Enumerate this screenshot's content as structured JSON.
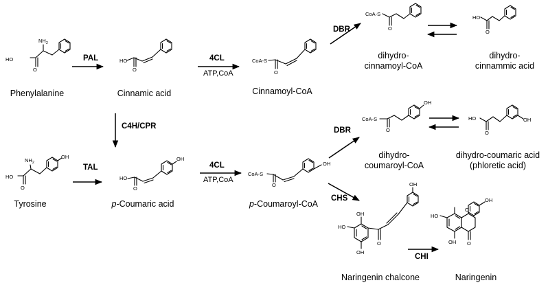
{
  "compounds": {
    "phenylalanine": "Phenylalanine",
    "cinnamic_acid": "Cinnamic acid",
    "cinnamoyl_coa": "Cinnamoyl-CoA",
    "dihydro_cinnamoyl_coa_l1": "dihydro-",
    "dihydro_cinnamoyl_coa_l2": "cinnamoyl-CoA",
    "dihydro_cinnamic_acid_l1": "dihydro-",
    "dihydro_cinnamic_acid_l2": "cinnammic acid",
    "tyrosine": "Tyrosine",
    "p_coumaric_prefix": "p",
    "p_coumaric_rest": "-Coumaric acid",
    "p_coumaroyl_prefix": "p",
    "p_coumaroyl_rest": "-Coumaroyl-CoA",
    "dihydro_coumaroyl_coa_l1": "dihydro-",
    "dihydro_coumaroyl_coa_l2": "coumaroyl-CoA",
    "dihydro_coumaric_acid_l1": "dihydro-coumaric acid",
    "dihydro_coumaric_acid_l2": "(phloretic acid)",
    "naringenin_chalcone": "Naringenin chalcone",
    "naringenin": "Naringenin"
  },
  "enzymes": {
    "pal": "PAL",
    "cl4_top": "4CL",
    "dbr_top": "DBR",
    "c4h_cpr": "C4H/CPR",
    "tal": "TAL",
    "cl4_bottom": "4CL",
    "dbr_bottom": "DBR",
    "chs": "CHS",
    "chi": "CHI"
  },
  "cofactors": {
    "top": "ATP,CoA",
    "bottom": "ATP,CoA"
  },
  "atom_labels": {
    "ho": "HO",
    "oh": "OH",
    "nh2": "NH",
    "nh2_sub": "2",
    "coa_s": "CoA-S",
    "o": "O"
  }
}
